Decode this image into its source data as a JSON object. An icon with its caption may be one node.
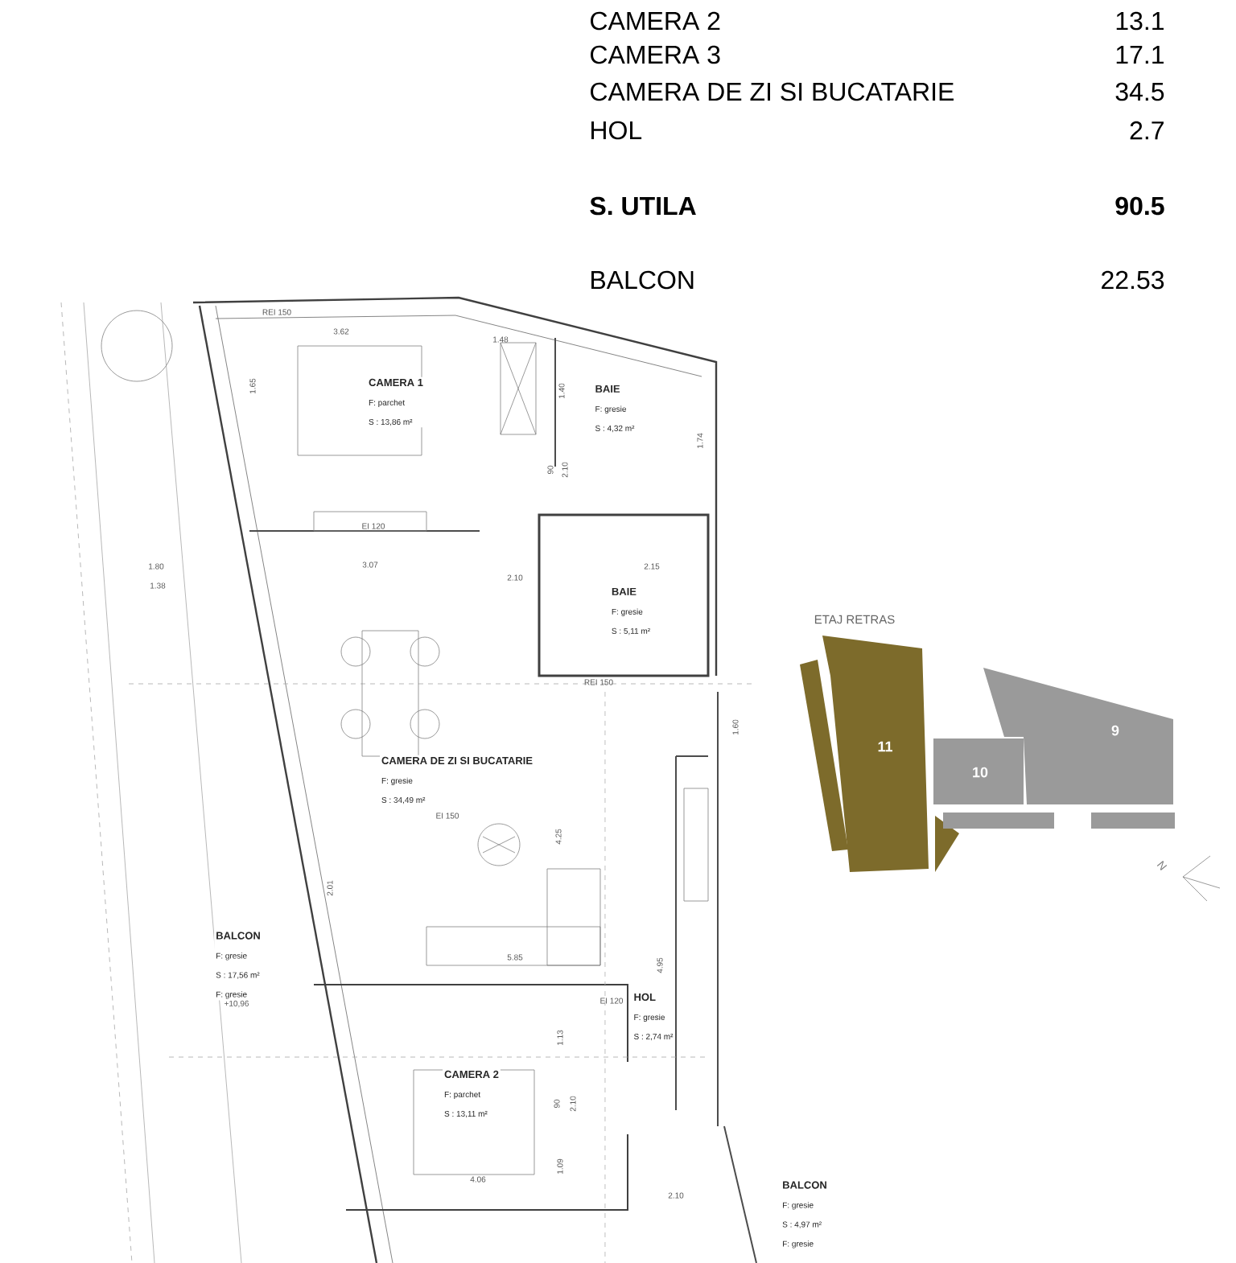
{
  "diagram": {
    "nodes": [
      {
        "text": [
          "CAMERA 1",
          "F:   parchet",
          "S :  13,86 m²"
        ]
      },
      {
        "text": [
          "BAIE",
          "F:   gresie",
          "S : 4,32 m²"
        ]
      },
      {
        "text": [
          "BAIE",
          "F:   gresie",
          "S : 5,11 m²"
        ]
      },
      {
        "text": [
          "CAMERA DE ZI SI BUCATARIE",
          "F:   gresie",
          "S :   34,49 m²"
        ]
      },
      {
        "text": [
          "HOL",
          "F:   gresie",
          "S : 2,74 m²"
        ]
      },
      {
        "text": [
          "CAMERA 2",
          "F:   parchet",
          "S :  13,11 m²"
        ]
      },
      {
        "text": [
          "BALCON",
          "F:   gresie",
          "S : 17,56 m²",
          "F:   gresie"
        ]
      },
      {
        "text": [
          "BALCON",
          "F:   gresie",
          "S : 4,97 m²",
          "F:   gresie"
        ]
      },
      {
        "text": [
          "11"
        ]
      },
      {
        "text": [
          "10"
        ]
      },
      {
        "text": [
          "9"
        ]
      }
    ],
    "labels": [
      "CAMERA 2",
      "13.1",
      "CAMERA 3",
      "17.1",
      "CAMERA DE ZI SI BUCATARIE",
      "34.5",
      "HOL",
      "2.7",
      "S. UTILA",
      "90.5",
      "BALCON",
      "22.53",
      "ETAJ RETRAS",
      "N",
      "REI 150",
      "3.62",
      "1.48",
      "1.65",
      "1.40",
      "1.74",
      "90",
      "2.10",
      "EI 120",
      "1.80",
      "1.38",
      "3.07",
      "2.15",
      "2.10",
      "REI 150",
      "EI 150",
      "4.25",
      "2.01",
      "5.85",
      "4.95",
      "EI 120",
      "4.06",
      "1.09",
      "90",
      "2.10",
      "1.13",
      "2.10",
      "+10,96",
      "1.60"
    ]
  }
}
